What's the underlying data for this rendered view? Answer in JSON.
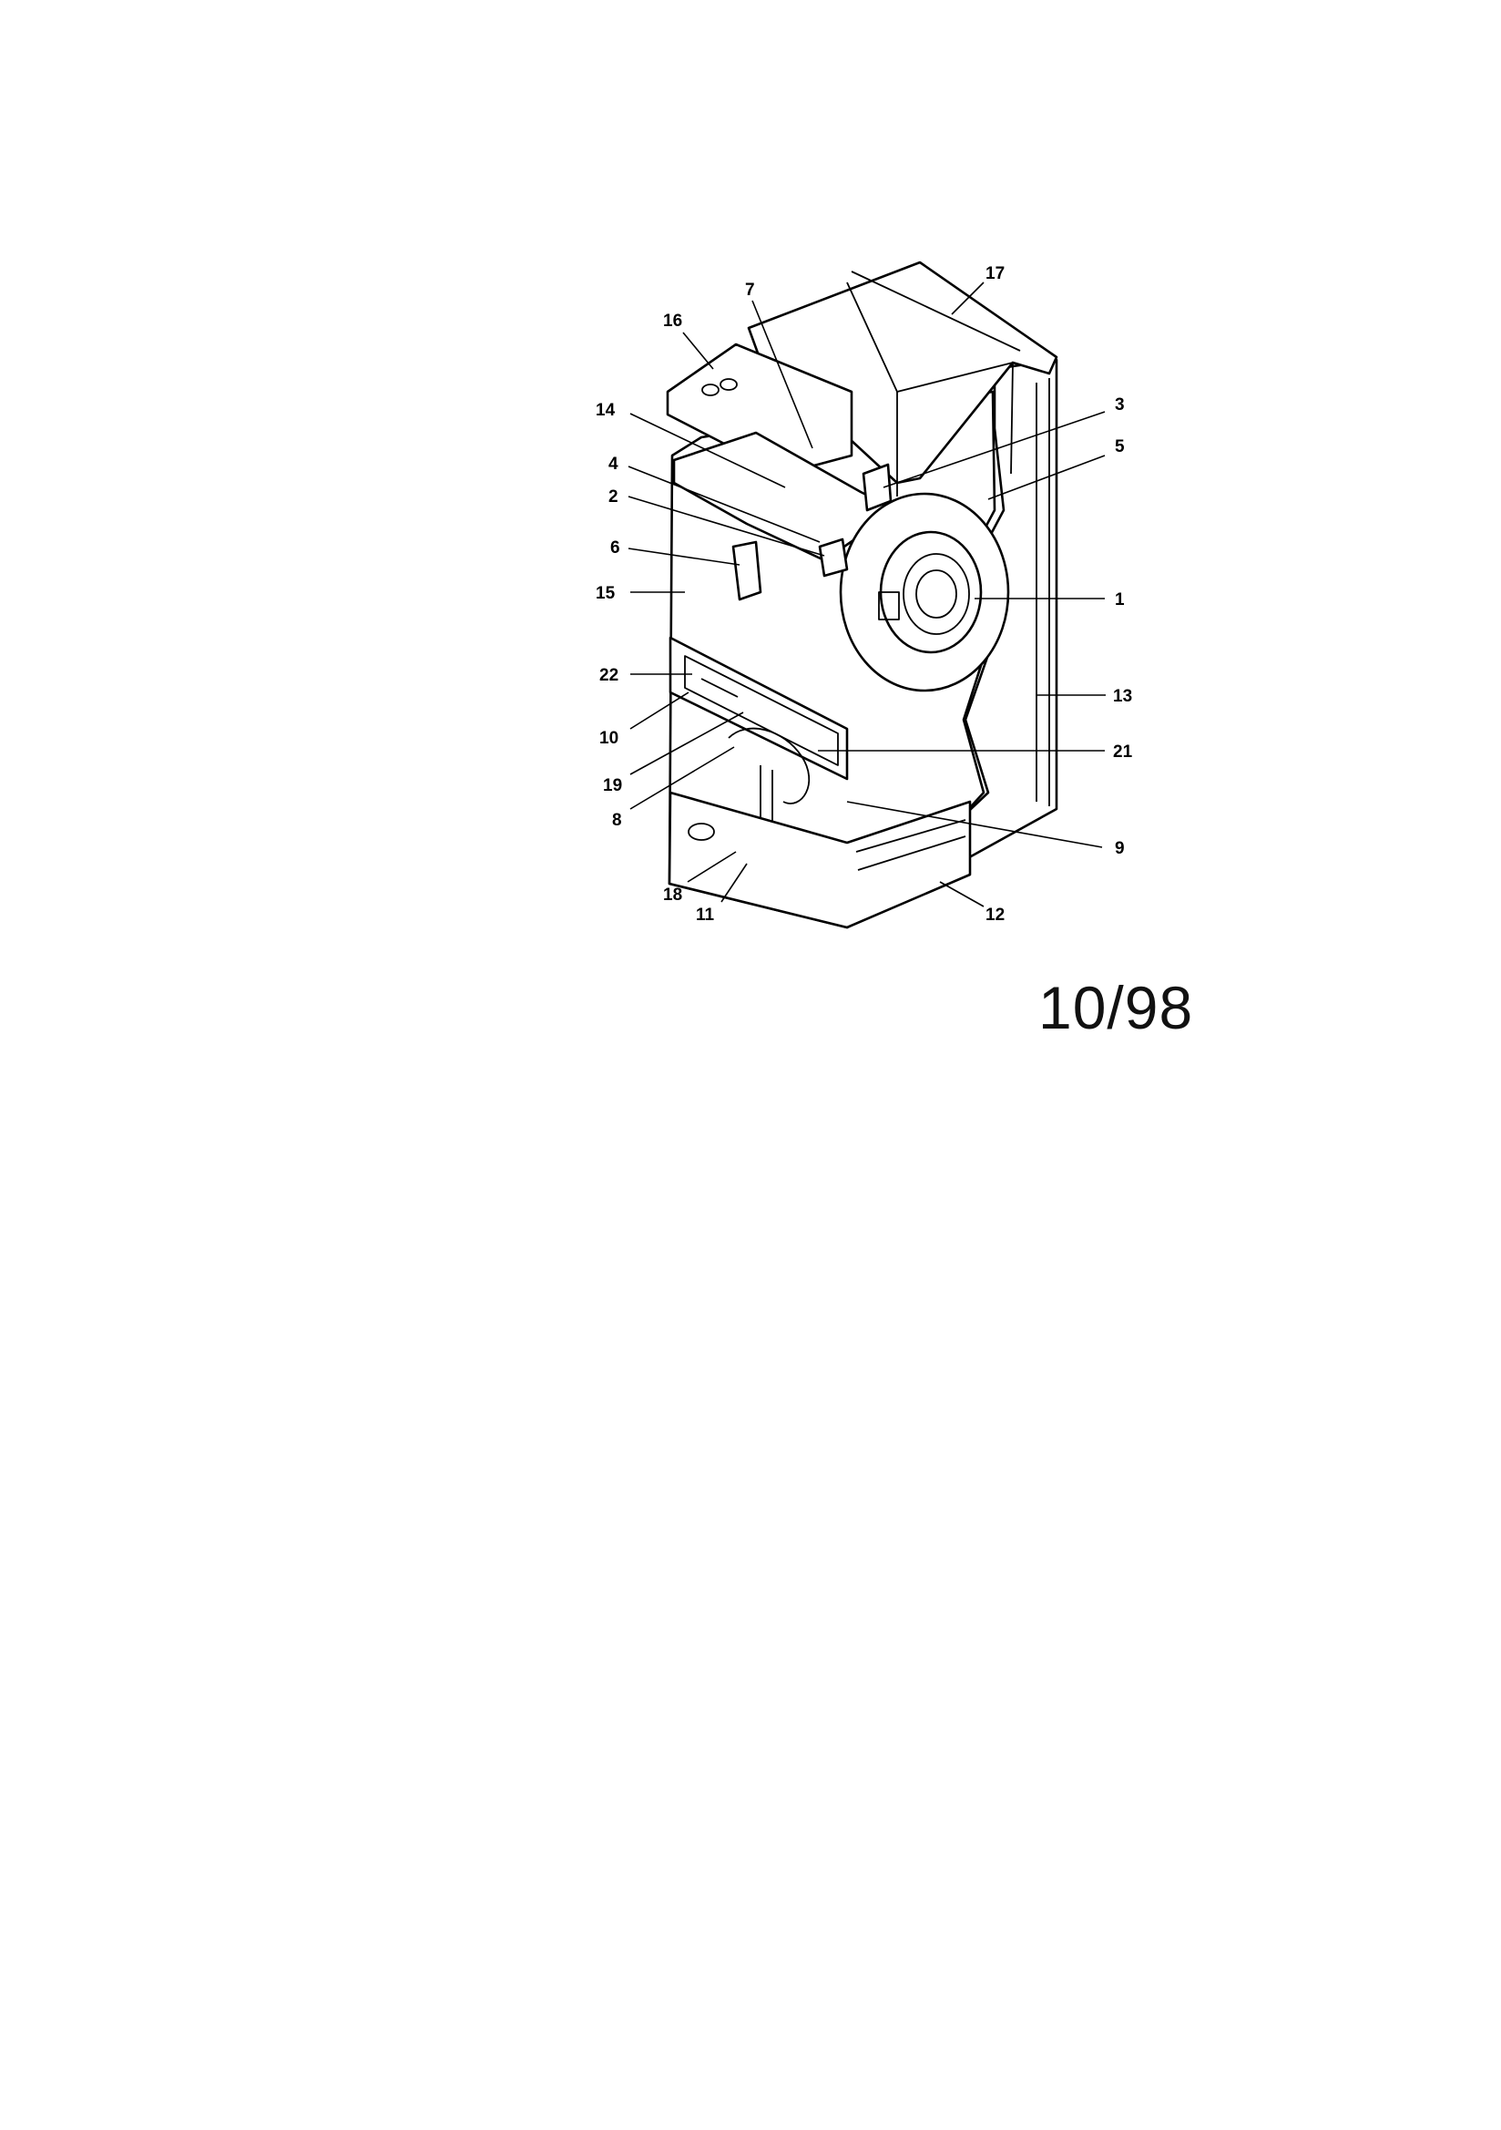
{
  "diagram": {
    "callouts": {
      "c1": "1",
      "c2": "2",
      "c3": "3",
      "c4": "4",
      "c5": "5",
      "c6": "6",
      "c7": "7",
      "c8": "8",
      "c9": "9",
      "c10": "10",
      "c11": "11",
      "c12": "12",
      "c13": "13",
      "c14": "14",
      "c15": "15",
      "c16": "16",
      "c17": "17",
      "c18": "18",
      "c19": "19",
      "c21": "21",
      "c22": "22"
    }
  },
  "revision_date": "10/98"
}
